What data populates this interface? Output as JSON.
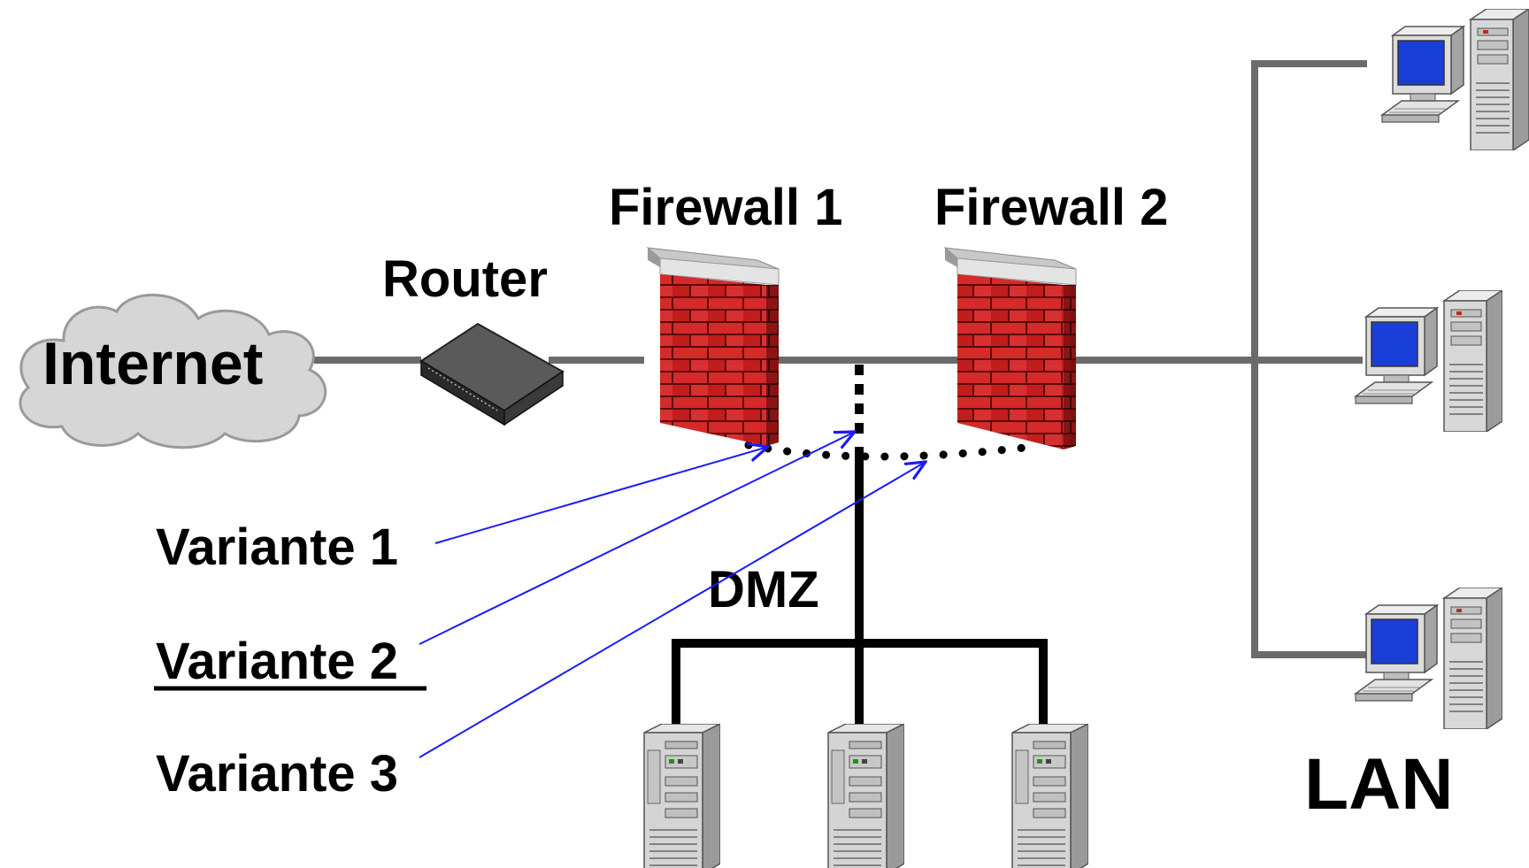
{
  "labels": {
    "internet": "Internet",
    "router": "Router",
    "firewall1": "Firewall 1",
    "firewall2": "Firewall 2",
    "dmz": "DMZ",
    "lan": "LAN"
  },
  "variants": [
    {
      "label": "Variante 1",
      "underlined": false
    },
    {
      "label": "Variante 2",
      "underlined": true
    },
    {
      "label": "Variante 3",
      "underlined": false
    }
  ],
  "icons": {
    "cloud": "cloud-icon",
    "router": "router-icon",
    "firewall": "brick-firewall-icon",
    "server": "server-tower-icon",
    "workstation": "desktop-computer-icon"
  },
  "colors": {
    "network_line": "#6b6b6b",
    "dmz_line": "#000000",
    "arrow": "#1a1aff",
    "brick": "#c81e1e",
    "mortar": "#5a0a0a"
  }
}
